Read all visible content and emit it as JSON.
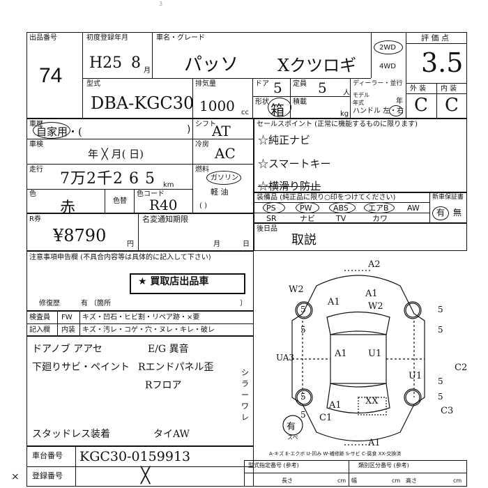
{
  "header": {
    "lot_label": "出品番号",
    "lot_value": "74",
    "first_reg_label": "初度登録年月",
    "year_value": "H25",
    "month_value": "8",
    "month_unit": "月",
    "name_label": "車名・グレード",
    "car_name": "パッソ",
    "grade": "Xクツロギ",
    "drive_2wd": "2WD",
    "drive_4wd": "4WD",
    "score_label": "評 価 点",
    "score_value": "3.5",
    "exterior_label": "外 装",
    "interior_label": "内 装",
    "exterior_value": "C",
    "interior_value": "C"
  },
  "model": {
    "model_label": "型式",
    "model_value": "DBA-KGC30",
    "displacement_label": "排気量",
    "displacement_value": "1000",
    "cc_unit": "cc",
    "door_label": "ドア",
    "door_value": "5",
    "capacity_label": "定員",
    "capacity_value": "5",
    "capacity_unit": "人",
    "shape_label": "形状",
    "shape_value": "箱",
    "load_label": "積載",
    "kg_unit": "kg",
    "dealer_label": "ディーラー・並行",
    "model_year_label": "モデル年式",
    "year_unit": "年",
    "handle_label": "ハンドル 左・右"
  },
  "history": {
    "history_label": "車歴",
    "history_value": "自家用・(",
    "inspection_label": "車検",
    "inspection_text": "年 ╳ 月(   日)",
    "mileage_label": "走行",
    "mileage_value": "7万2千2 6 5",
    "km_unit": "km",
    "color_label": "色",
    "color_value": "赤",
    "color_change_label": "色替",
    "color_code_label": "色コード",
    "color_code_value": "R40",
    "shift_label": "シフト",
    "shift_value": "AT",
    "aircon_label": "冷房",
    "aircon_value": "AC",
    "fuel_label": "燃料",
    "fuel_gas": "ガソリン",
    "fuel_light_oil": "軽 油",
    "recycle_label": "R券",
    "recycle_value": "¥8790",
    "yen_unit": "円",
    "notice_label": "名変通知期限",
    "notice_month": "月",
    "notice_day": "日"
  },
  "selling_points": {
    "title": "セールスポイント (正常に機能するものに限ります)",
    "items": [
      "☆純正ナビ",
      "☆スマートキー",
      "☆横滑り防止"
    ]
  },
  "equipment": {
    "title": "装備品 (純正品に限り○印をつけてください)",
    "row1": [
      "PS",
      "PW",
      "ABS",
      "エアB",
      "AW"
    ],
    "row2": [
      "SR",
      "ナビ",
      "TV",
      "カワ"
    ],
    "warranty_label": "新車保証書",
    "warranty_yes": "有",
    "warranty_no": "無",
    "post_install_label": "後日品",
    "post_install_value": "取説"
  },
  "notes": {
    "title": "注意事項申告欄 (不具合内容等は具体的に記入して下さい)",
    "stamp": "★ 買取店出品車",
    "repair_label": "修復歴",
    "repair_text": "有 〔箇所",
    "repair_close": "〕"
  },
  "inspector": {
    "label1": "検査員",
    "label2": "記入欄",
    "col_fw": "FW",
    "col_in": "内装",
    "row1": "キズ・凹石・ヒビ割・リペア跡・×要",
    "row2": "キズ・汚レ・コゲ・穴・ヌレ・キレ・破レ"
  },
  "remarks": {
    "line1": "ドアノブ アアセ",
    "line2": "下廻りサビ・ペイント",
    "line3": "E/G 異音",
    "line4": "Rエンドパネル歪",
    "line5": "Rフロア",
    "line6": "シラー ワレ",
    "line7": "スタッドレス装着",
    "line8": "タイAW"
  },
  "diagram": {
    "marks": [
      "A2",
      "W2",
      "A1",
      "A1",
      "W2",
      "A1",
      "U1",
      "U1",
      "UA3",
      "C2",
      "XX",
      "A1",
      "C1",
      "C3",
      "A1",
      "5",
      "5",
      "5",
      "5",
      "5",
      "5",
      "5",
      "5"
    ],
    "spare_label": "有",
    "spare_sub": "スペ",
    "legend": "A-キズ  E-エクボ  U-凹み  W-補修跡  S-サビ  C-腐食  XX-交換済"
  },
  "chassis": {
    "chassis_label": "車台番号",
    "chassis_value": "KGC30-0159913",
    "reg_label": "登録番号",
    "reg_value": "╳",
    "form_designation_label": "型式指定番号 (参考)",
    "class_label": "類別区分番号 (参考)",
    "length_label": "長さ",
    "width_label": "幅",
    "height_label": "高さ",
    "cm_unit": "cm"
  }
}
